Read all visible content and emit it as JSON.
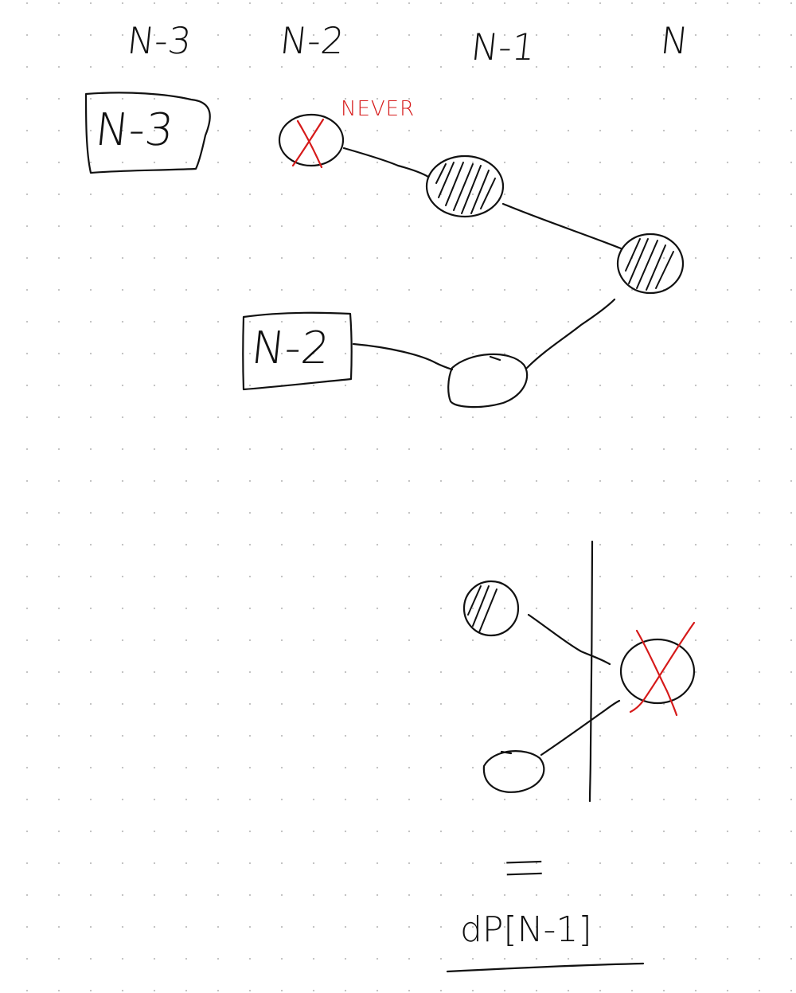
{
  "columns": [
    "N-3",
    "N-2",
    "N-1",
    "N"
  ],
  "boxes": {
    "first": "N-3",
    "second": "N-2"
  },
  "annotation": "NEVER",
  "bottom": {
    "equals": "||",
    "result": "dP[N-1]"
  },
  "colors": {
    "ink": "#111111",
    "annotation": "#d61a1a",
    "grid_dot": "#c4c4c4",
    "background": "#ffffff"
  }
}
